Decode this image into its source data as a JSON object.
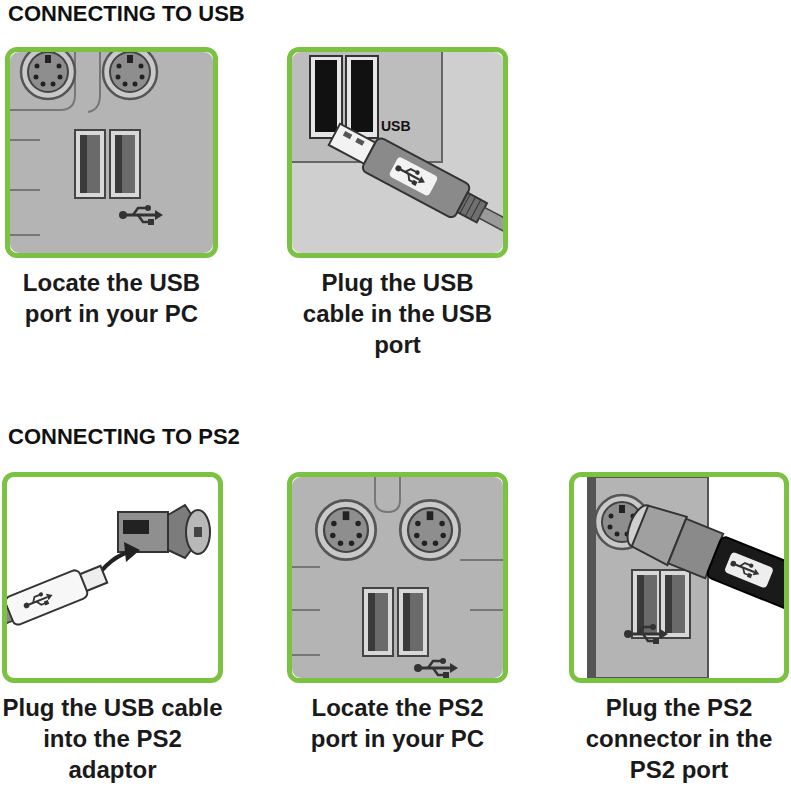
{
  "diagram": {
    "nodes": [
      {
        "text": [
          "Locate the USB port in your PC"
        ]
      },
      {
        "text": [
          "Plug the USB cable in the USB port"
        ]
      },
      {
        "text": [
          "Plug the USB cable into the PS2 adaptor"
        ]
      },
      {
        "text": [
          "Locate the PS2 port in your PC"
        ]
      },
      {
        "text": [
          "Plug the PS2 connector in the PS2 port"
        ]
      }
    ],
    "labels": [
      "CONNECTING TO USB",
      "USB",
      "CONNECTING TO PS2"
    ]
  }
}
